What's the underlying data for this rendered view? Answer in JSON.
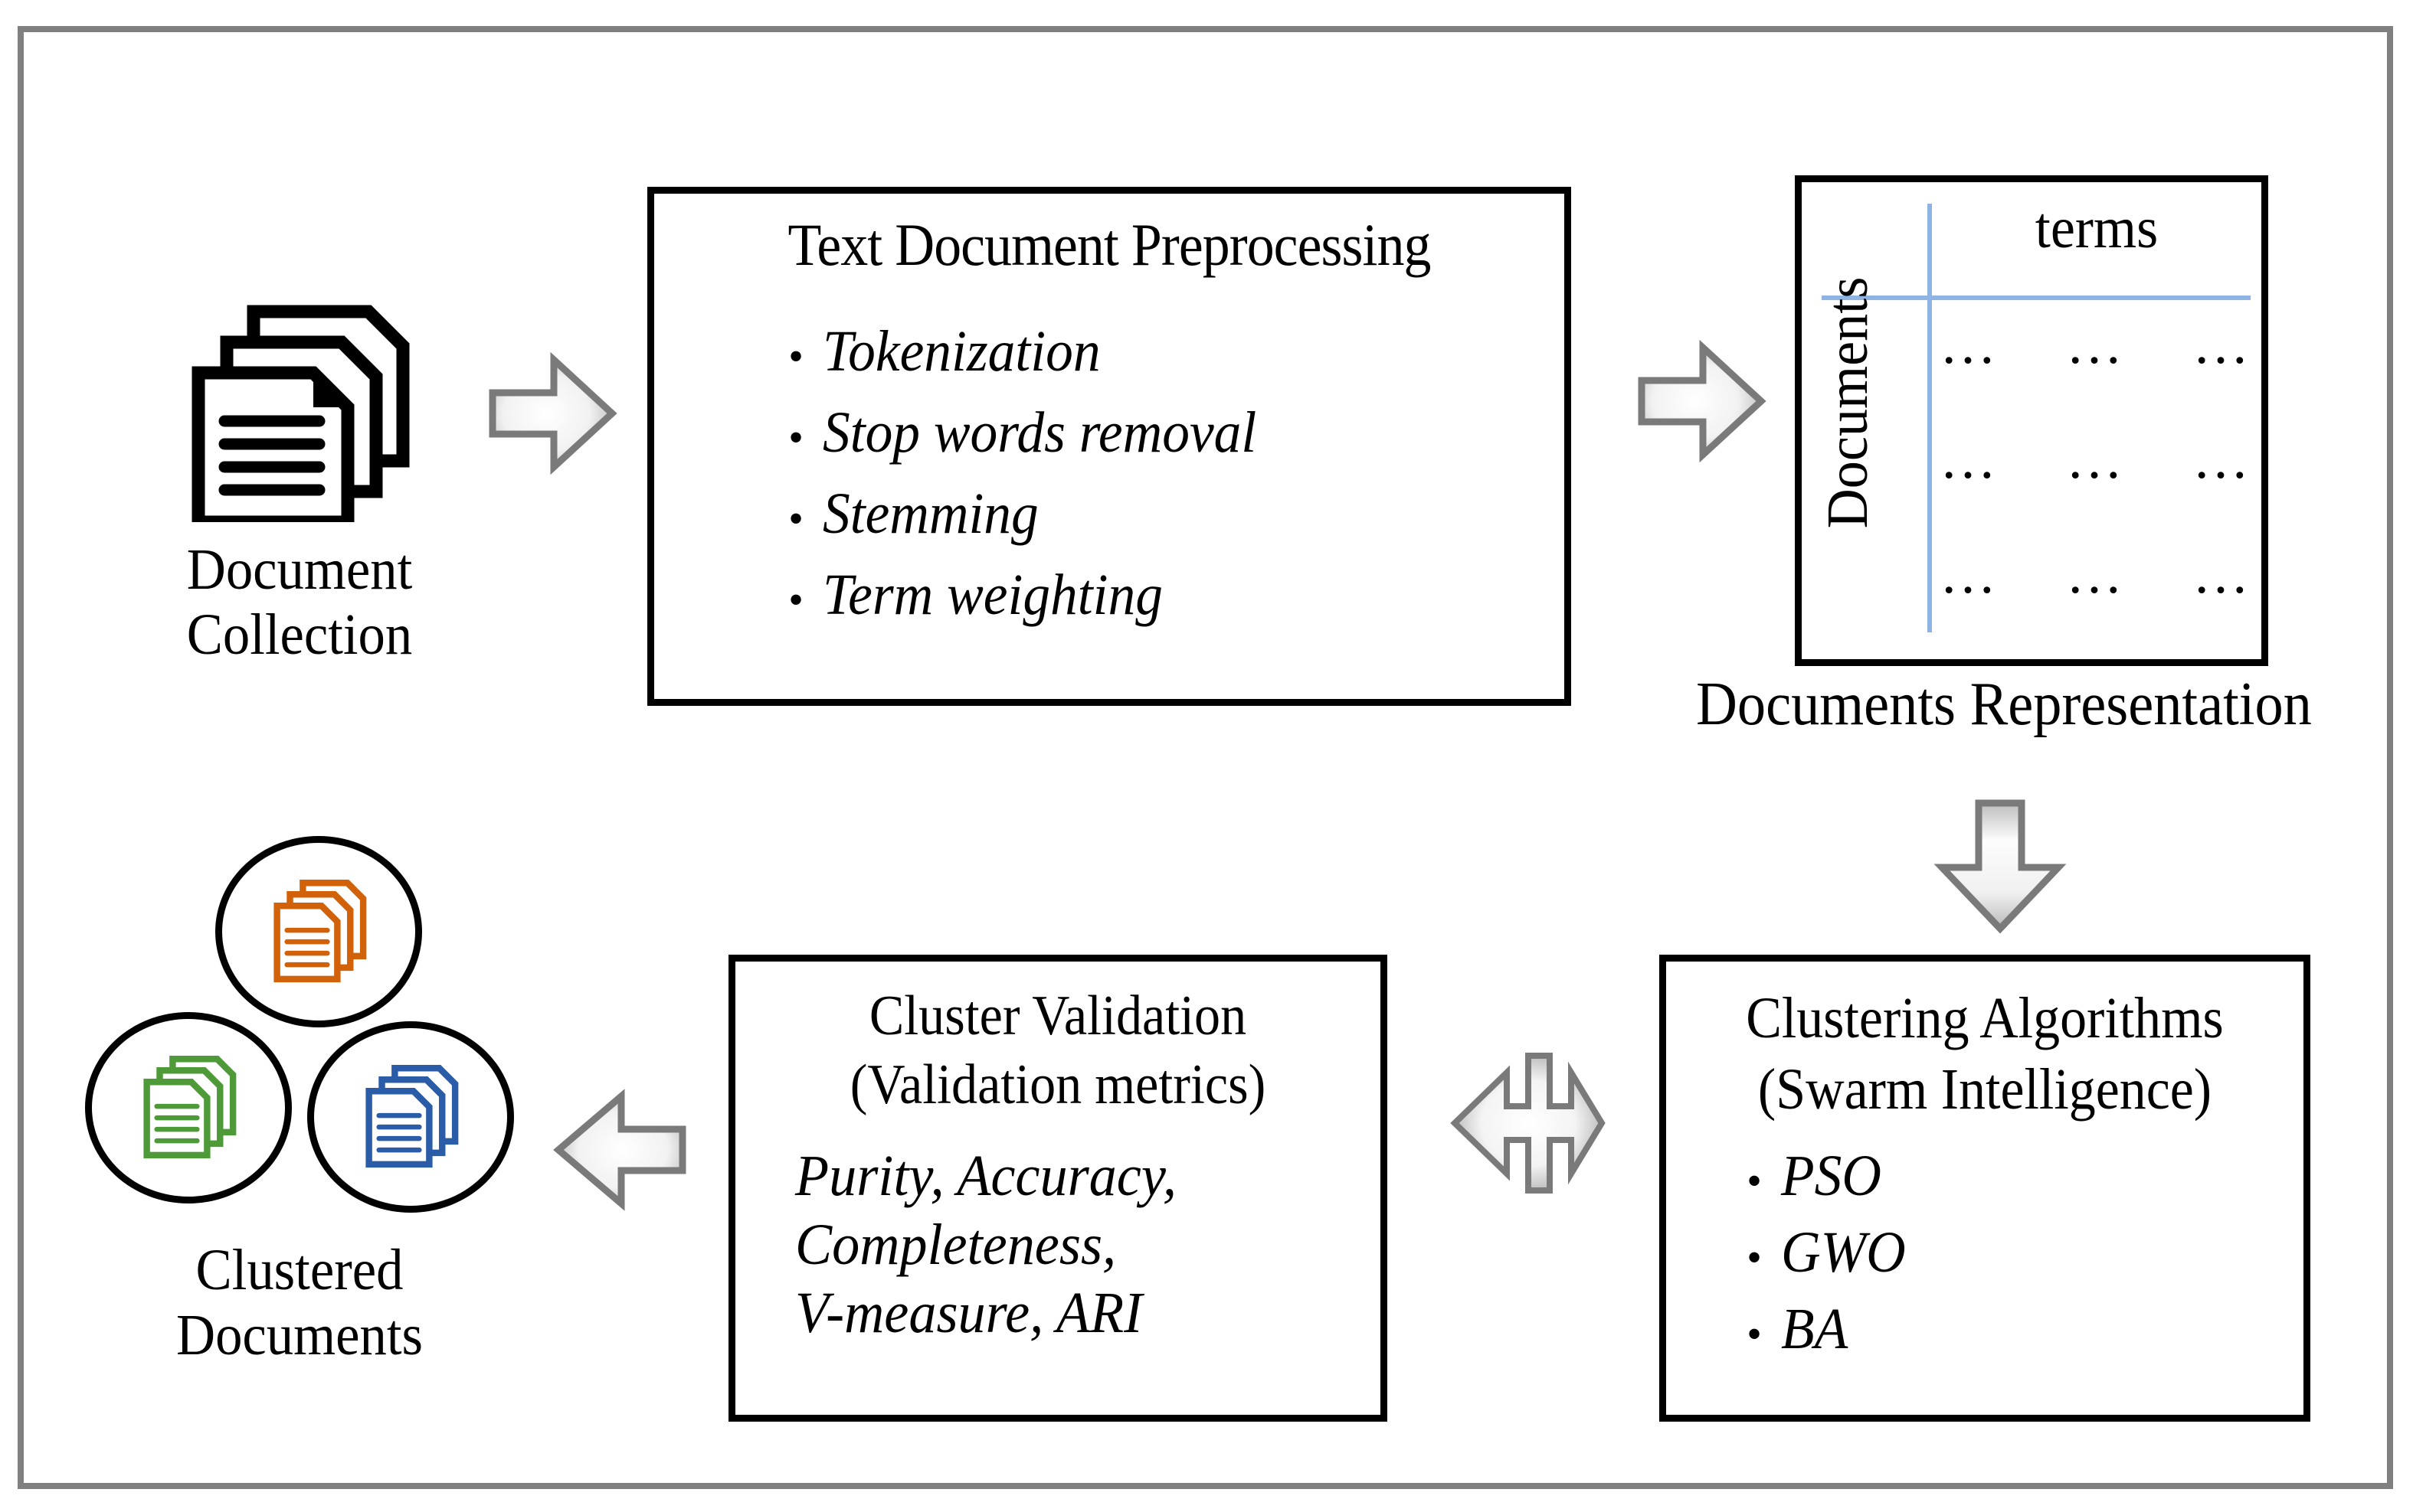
{
  "diagram": {
    "title": "Text document clustering pipeline",
    "frame_border_color": "#808080",
    "accent_colors": {
      "matrix_rule": "#8DB4E2",
      "cluster_orange": "#D2620A",
      "cluster_green": "#4E9A38",
      "cluster_blue": "#2B5CA8",
      "arrow_gray": "#808080"
    }
  },
  "document_collection": {
    "label_line1": "Document",
    "label_line2": "Collection",
    "icon": "stacked-documents-icon"
  },
  "preprocessing": {
    "title": "Text Document Preprocessing",
    "bullet": "•",
    "items": [
      "Tokenization",
      "Stop words removal",
      "Stemming",
      "Term weighting"
    ]
  },
  "documents_representation": {
    "caption": "Documents Representation",
    "column_header": "terms",
    "row_header": "Documents",
    "cells": [
      [
        "…",
        "…",
        "…"
      ],
      [
        "…",
        "…",
        "…"
      ],
      [
        "…",
        "…",
        "…"
      ]
    ]
  },
  "clustering_algorithms": {
    "title_line1": "Clustering Algorithms",
    "title_line2": "(Swarm Intelligence)",
    "bullet": "•",
    "items": [
      "PSO",
      "GWO",
      "BA"
    ]
  },
  "cluster_validation": {
    "title_line1": "Cluster Validation",
    "title_line2": "(Validation metrics)",
    "metrics_line1": "Purity, Accuracy,",
    "metrics_line2": "Completeness,",
    "metrics_line3": "V-measure, ARI"
  },
  "clustered_documents": {
    "label_line1": "Clustered",
    "label_line2": "Documents",
    "clusters": [
      {
        "name": "cluster-orange",
        "color": "#D2620A"
      },
      {
        "name": "cluster-green",
        "color": "#4E9A38"
      },
      {
        "name": "cluster-blue",
        "color": "#2B5CA8"
      }
    ]
  },
  "arrows": [
    {
      "name": "arrow-collection-to-preprocessing",
      "direction": "right"
    },
    {
      "name": "arrow-preprocessing-to-matrix",
      "direction": "right"
    },
    {
      "name": "arrow-matrix-to-algorithms",
      "direction": "down"
    },
    {
      "name": "arrow-algorithms-validation",
      "direction": "left-right"
    },
    {
      "name": "arrow-validation-to-clusters",
      "direction": "left"
    }
  ]
}
